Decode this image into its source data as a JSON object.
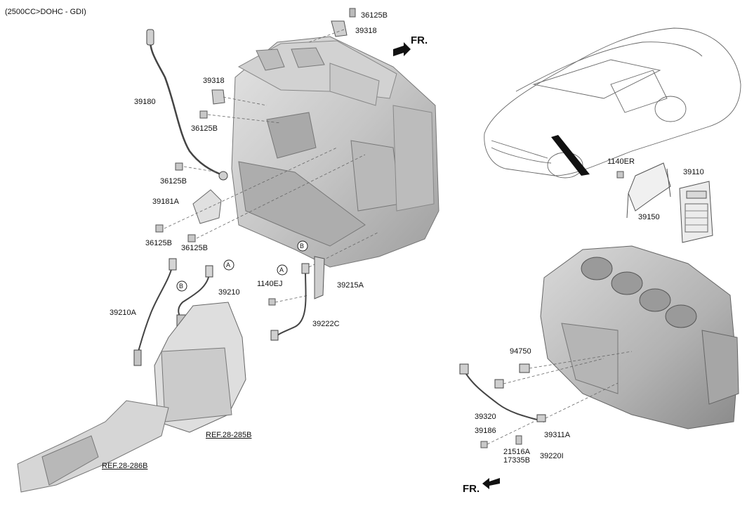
{
  "header": {
    "engine_spec": "(2500CC>DOHC - GDI)"
  },
  "direction": {
    "fr_top": "FR.",
    "fr_bottom": "FR."
  },
  "callouts": {
    "a1": "A",
    "b1": "B",
    "a2": "A",
    "b2": "B"
  },
  "parts": {
    "p36125B_top": "36125B",
    "p39318_top": "39318",
    "p39318_mid": "39318",
    "p39180": "39180",
    "p36125B_mid": "36125B",
    "p36125B_left": "36125B",
    "p39181A": "39181A",
    "p36125B_bl1": "36125B",
    "p36125B_bl2": "36125B",
    "p39210A": "39210A",
    "p39210": "39210",
    "p1140EJ": "1140EJ",
    "p39215A": "39215A",
    "p39222C": "39222C",
    "p1140ER": "1140ER",
    "p39110": "39110",
    "p39150": "39150",
    "p94750": "94750",
    "p39320": "39320",
    "p39186": "39186",
    "p39311A": "39311A",
    "p21516A": "21516A",
    "p17335B": "17335B",
    "p39220I": "39220I"
  },
  "refs": {
    "ref_285B": "REF.28-285B",
    "ref_286B": "REF.28-286B"
  }
}
